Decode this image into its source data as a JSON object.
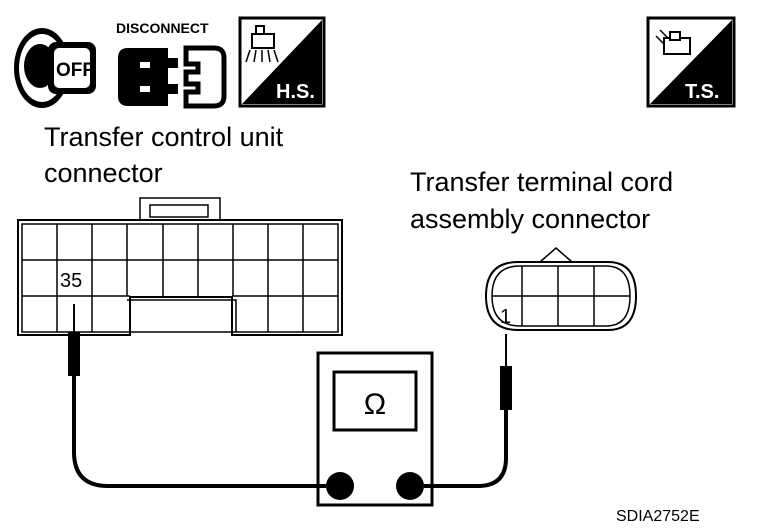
{
  "icons": {
    "ignition": {
      "icon": "ignition-key-icon",
      "text": "OFF"
    },
    "disconnect": {
      "icon": "connector-disconnect-icon",
      "text": "DISCONNECT"
    },
    "harness_side": {
      "icon": "harness-side-connector-icon",
      "text": "H.S."
    },
    "terminal_side": {
      "icon": "terminal-side-connector-icon",
      "text": "T.S."
    }
  },
  "labels": {
    "tcu_connector_line1": "Transfer control unit",
    "tcu_connector_line2": "connector",
    "cord_connector_line1": "Transfer terminal cord",
    "cord_connector_line2": "assembly connector",
    "tcu_terminal": "35",
    "cord_terminal": "1",
    "meter_symbol": "Ω",
    "diagram_code": "SDIA2752E"
  },
  "colors": {
    "line": "#000000",
    "background": "#ffffff"
  }
}
